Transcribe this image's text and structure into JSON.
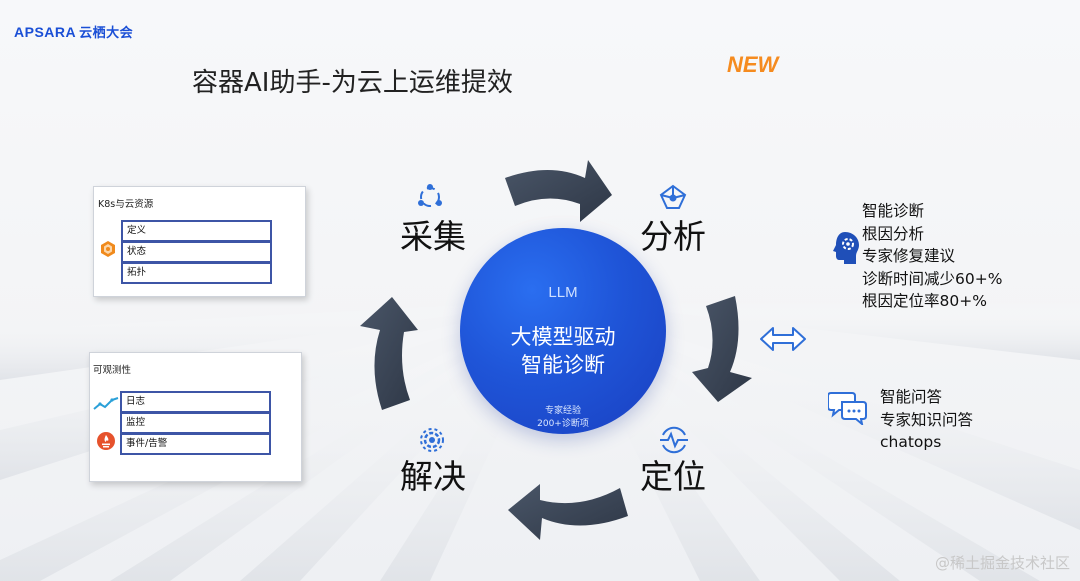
{
  "header": {
    "logo_text": "APSARA",
    "logo_cn": "云栖大会",
    "title": "容器AI助手-为云上运维提效",
    "new_badge": "NEW"
  },
  "left_panels": [
    {
      "title": "K8s与云资源",
      "items": [
        "定义",
        "状态",
        "拓扑"
      ]
    },
    {
      "title": "可观测性",
      "items": [
        "日志",
        "监控",
        "事件/告警"
      ]
    }
  ],
  "cycle": {
    "stages": [
      "采集",
      "分析",
      "定位",
      "解决"
    ],
    "center": {
      "label": "LLM",
      "title_lines": [
        "大模型驱动",
        "智能诊断"
      ],
      "sub_lines": [
        "专家经验",
        "200+诊断项"
      ]
    }
  },
  "right": {
    "diagnosis": [
      "智能诊断",
      "根因分析",
      "专家修复建议",
      "诊断时间减少60+%",
      "根因定位率80+%"
    ],
    "qa": [
      "智能问答",
      "专家知识问答",
      "chatops"
    ]
  },
  "watermark": "@稀土掘金技术社区",
  "colors": {
    "arrow": "#3d4a5c",
    "accent_blue": "#1f55d8",
    "new": "#f58b1f",
    "row_border": "#3d55a6"
  }
}
